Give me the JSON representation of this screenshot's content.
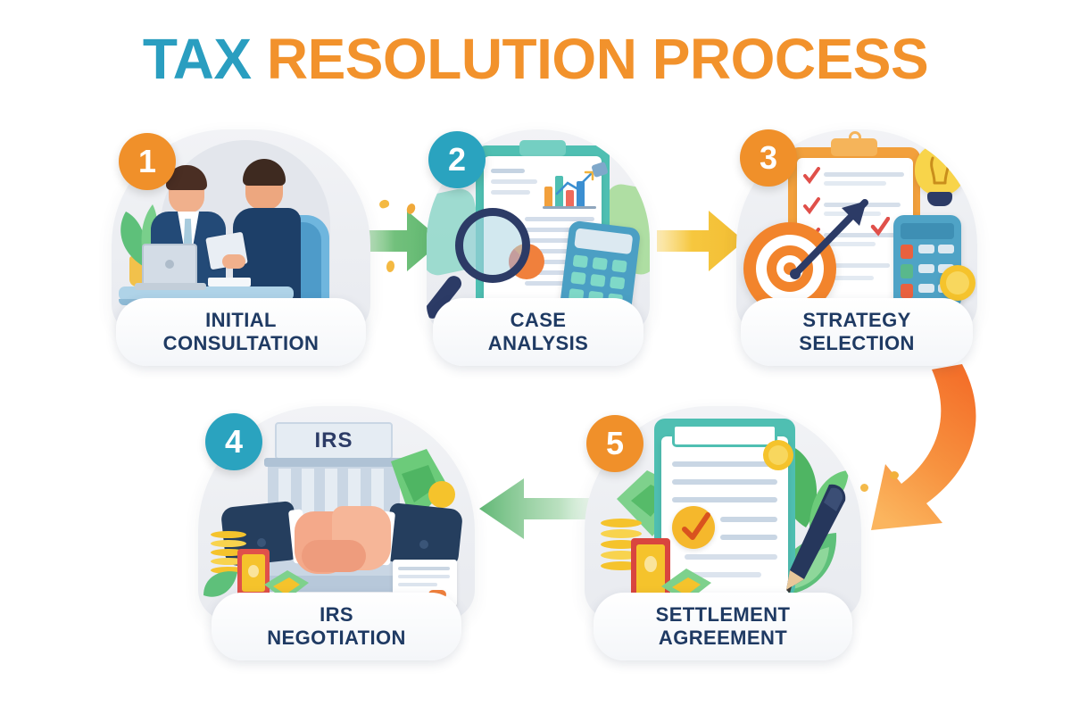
{
  "title": {
    "part1": "TAX",
    "part2": "RESOLUTION PROCESS"
  },
  "colors": {
    "teal": "#2A9EC0",
    "orange": "#F2922C",
    "badge_orange": "#F0902A",
    "badge_teal": "#2AA3BF",
    "label_navy": "#1F3A63",
    "arrow_green": "#6CBE77",
    "arrow_yellow": "#F5C53D",
    "arrow_orange": "#F47A31",
    "dome_gray": "#ECEEF2"
  },
  "steps": [
    {
      "number": "1",
      "badge_color": "orange",
      "label_line1": "INITIAL",
      "label_line2": "CONSULTATION",
      "illustration": "two-businessmen-meeting-at-desk-with-laptop"
    },
    {
      "number": "2",
      "badge_color": "teal",
      "label_line1": "CASE",
      "label_line2": "ANALYSIS",
      "illustration": "clipboard-document-bar-chart-magnifying-glass-calculator"
    },
    {
      "number": "3",
      "badge_color": "orange",
      "label_line1": "STRATEGY",
      "label_line2": "SELECTION",
      "illustration": "checklist-clipboard-lightbulb-dartboard-calculator"
    },
    {
      "number": "4",
      "badge_color": "teal",
      "label_line1": "IRS",
      "label_line2": "NEGOTIATION",
      "illustration": "handshake-in-front-of-irs-building-with-money",
      "building_sign": "IRS"
    },
    {
      "number": "5",
      "badge_color": "orange",
      "label_line1": "SETTLEMENT",
      "label_line2": "AGREEMENT",
      "illustration": "signed-agreement-clipboard-with-checkmark-pen-coins"
    }
  ],
  "arrows": [
    {
      "name": "arrow-step1-to-step2",
      "direction": "right",
      "color": "green"
    },
    {
      "name": "arrow-step2-to-step3",
      "direction": "right",
      "color": "yellow"
    },
    {
      "name": "arrow-step3-to-step5",
      "direction": "curve-down-left",
      "color": "orange"
    },
    {
      "name": "arrow-step5-to-step4",
      "direction": "left",
      "color": "green"
    }
  ]
}
